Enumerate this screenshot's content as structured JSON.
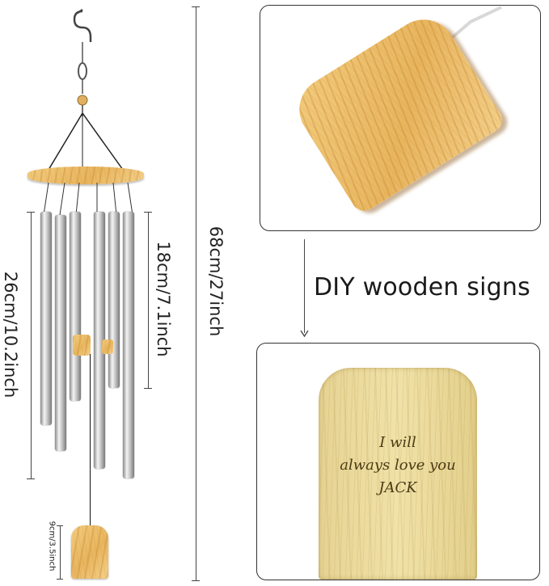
{
  "labels": {
    "total_length": "68cm/27inch",
    "long_tube": "26cm/10.2inch",
    "short_tube": "18cm/7.1inch",
    "sign_size": "9cm/3.5inch",
    "diy_caption": "DIY wooden signs"
  },
  "engraving": {
    "line1": "I will",
    "line2": "always love you",
    "line3": "JACK"
  },
  "colors": {
    "wood": "#e8b55e",
    "wood_light": "#ecdca0",
    "metal": "#c9c9c9",
    "line": "#444444"
  }
}
